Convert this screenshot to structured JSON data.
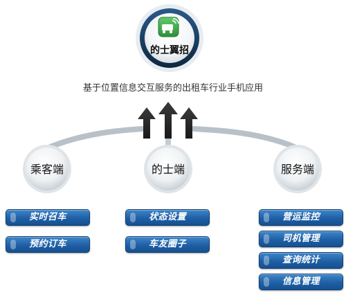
{
  "app": {
    "title": "的士翼招",
    "tagline": "基于位置信息交互服务的出租车行业手机应用",
    "icon": "taxi-signal-icon"
  },
  "columns": [
    {
      "title": "乘客端",
      "buttons": [
        "实时召车",
        "预约订车"
      ]
    },
    {
      "title": "的士端",
      "buttons": [
        "状态设置",
        "车友圈子"
      ]
    },
    {
      "title": "服务端",
      "buttons": [
        "营运监控",
        "司机管理",
        "查询统计",
        "信息管理"
      ]
    }
  ],
  "colors": {
    "button": "#1e5fa6",
    "icon_green": "#39a845",
    "arrow": "#2e2e2e",
    "ring": "#1f3f64"
  }
}
